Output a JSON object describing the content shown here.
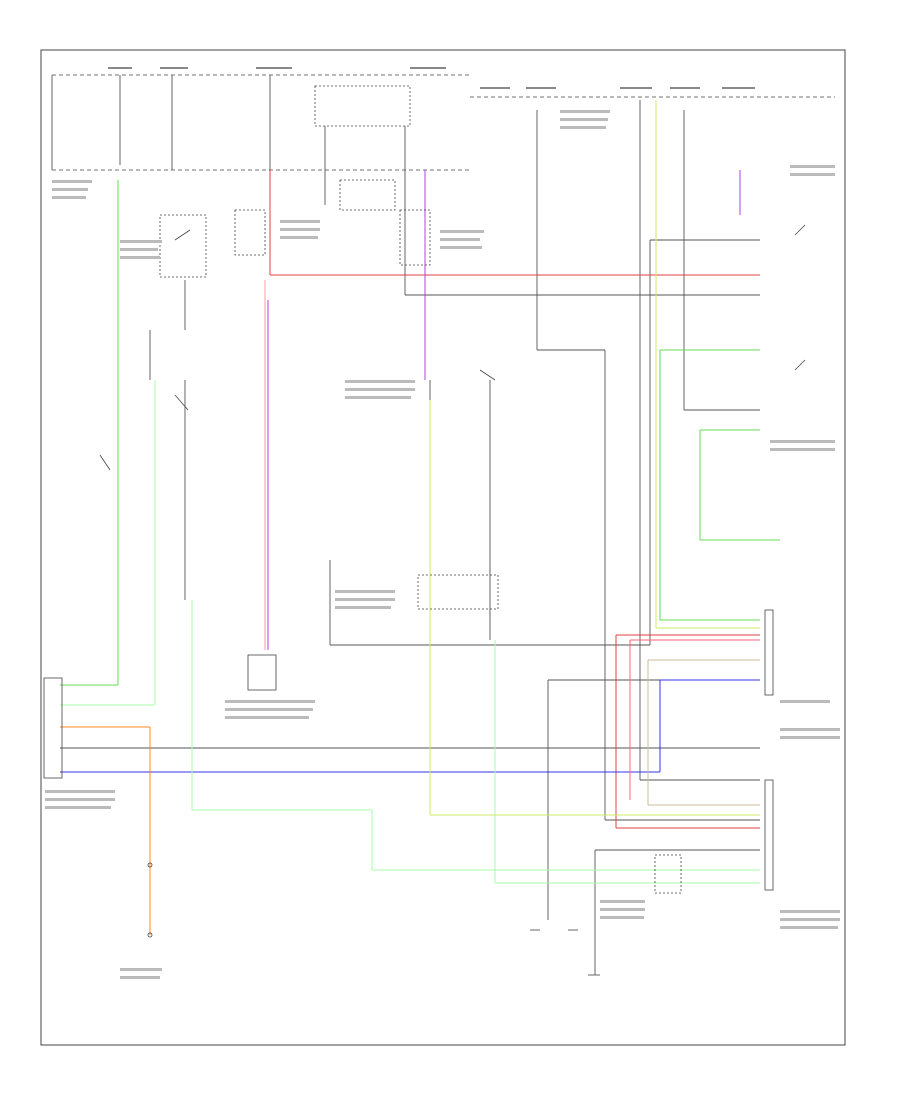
{
  "diagram": {
    "figure_ref": "",
    "colors": {
      "frame": "#444444",
      "wire_default": "#444444",
      "wire_green": "#66dd55",
      "wire_yellow": "#e6e64d",
      "wire_red": "#e04040",
      "wire_pink": "#ff99aa",
      "wire_blue": "#3333ee",
      "wire_violet": "#aa44dd",
      "wire_orange": "#ff8822",
      "wire_light_green": "#aaffaa",
      "wire_tan": "#ccbb99",
      "wire_gray": "#888888"
    },
    "components": [
      {
        "id": "combination-meter"
      },
      {
        "id": "stop-lamp-switch"
      },
      {
        "id": "trailer-socket"
      },
      {
        "id": "brake-control-relay"
      },
      {
        "id": "tail-lamp-relay"
      },
      {
        "id": "backup-switch"
      },
      {
        "id": "hazard-switch"
      },
      {
        "id": "turn-relay"
      },
      {
        "id": "tow-mode-switch"
      }
    ]
  }
}
